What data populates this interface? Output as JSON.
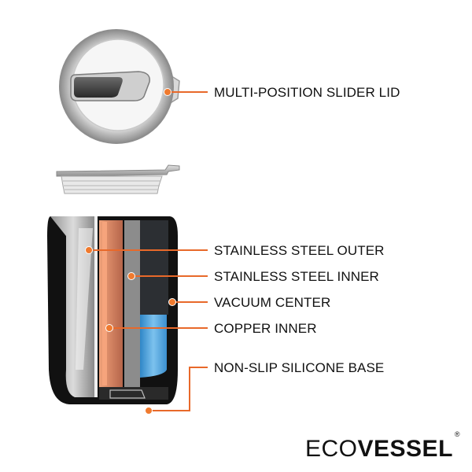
{
  "diagram": {
    "title": "EcoVessel insulated tumbler exploded diagram",
    "accent_color": "#e8692a",
    "callouts": [
      {
        "id": "lid",
        "label": "MULTI-POSITION SLIDER LID"
      },
      {
        "id": "outer",
        "label": "STAINLESS STEEL OUTER"
      },
      {
        "id": "inner",
        "label": "STAINLESS STEEL INNER"
      },
      {
        "id": "vacuum",
        "label": "VACUUM CENTER"
      },
      {
        "id": "copper",
        "label": "COPPER INNER"
      },
      {
        "id": "base",
        "label": "NON-SLIP SILICONE BASE"
      }
    ]
  },
  "brand": {
    "logo_light": "ECO",
    "logo_bold": "VESSEL",
    "registered": "®"
  }
}
